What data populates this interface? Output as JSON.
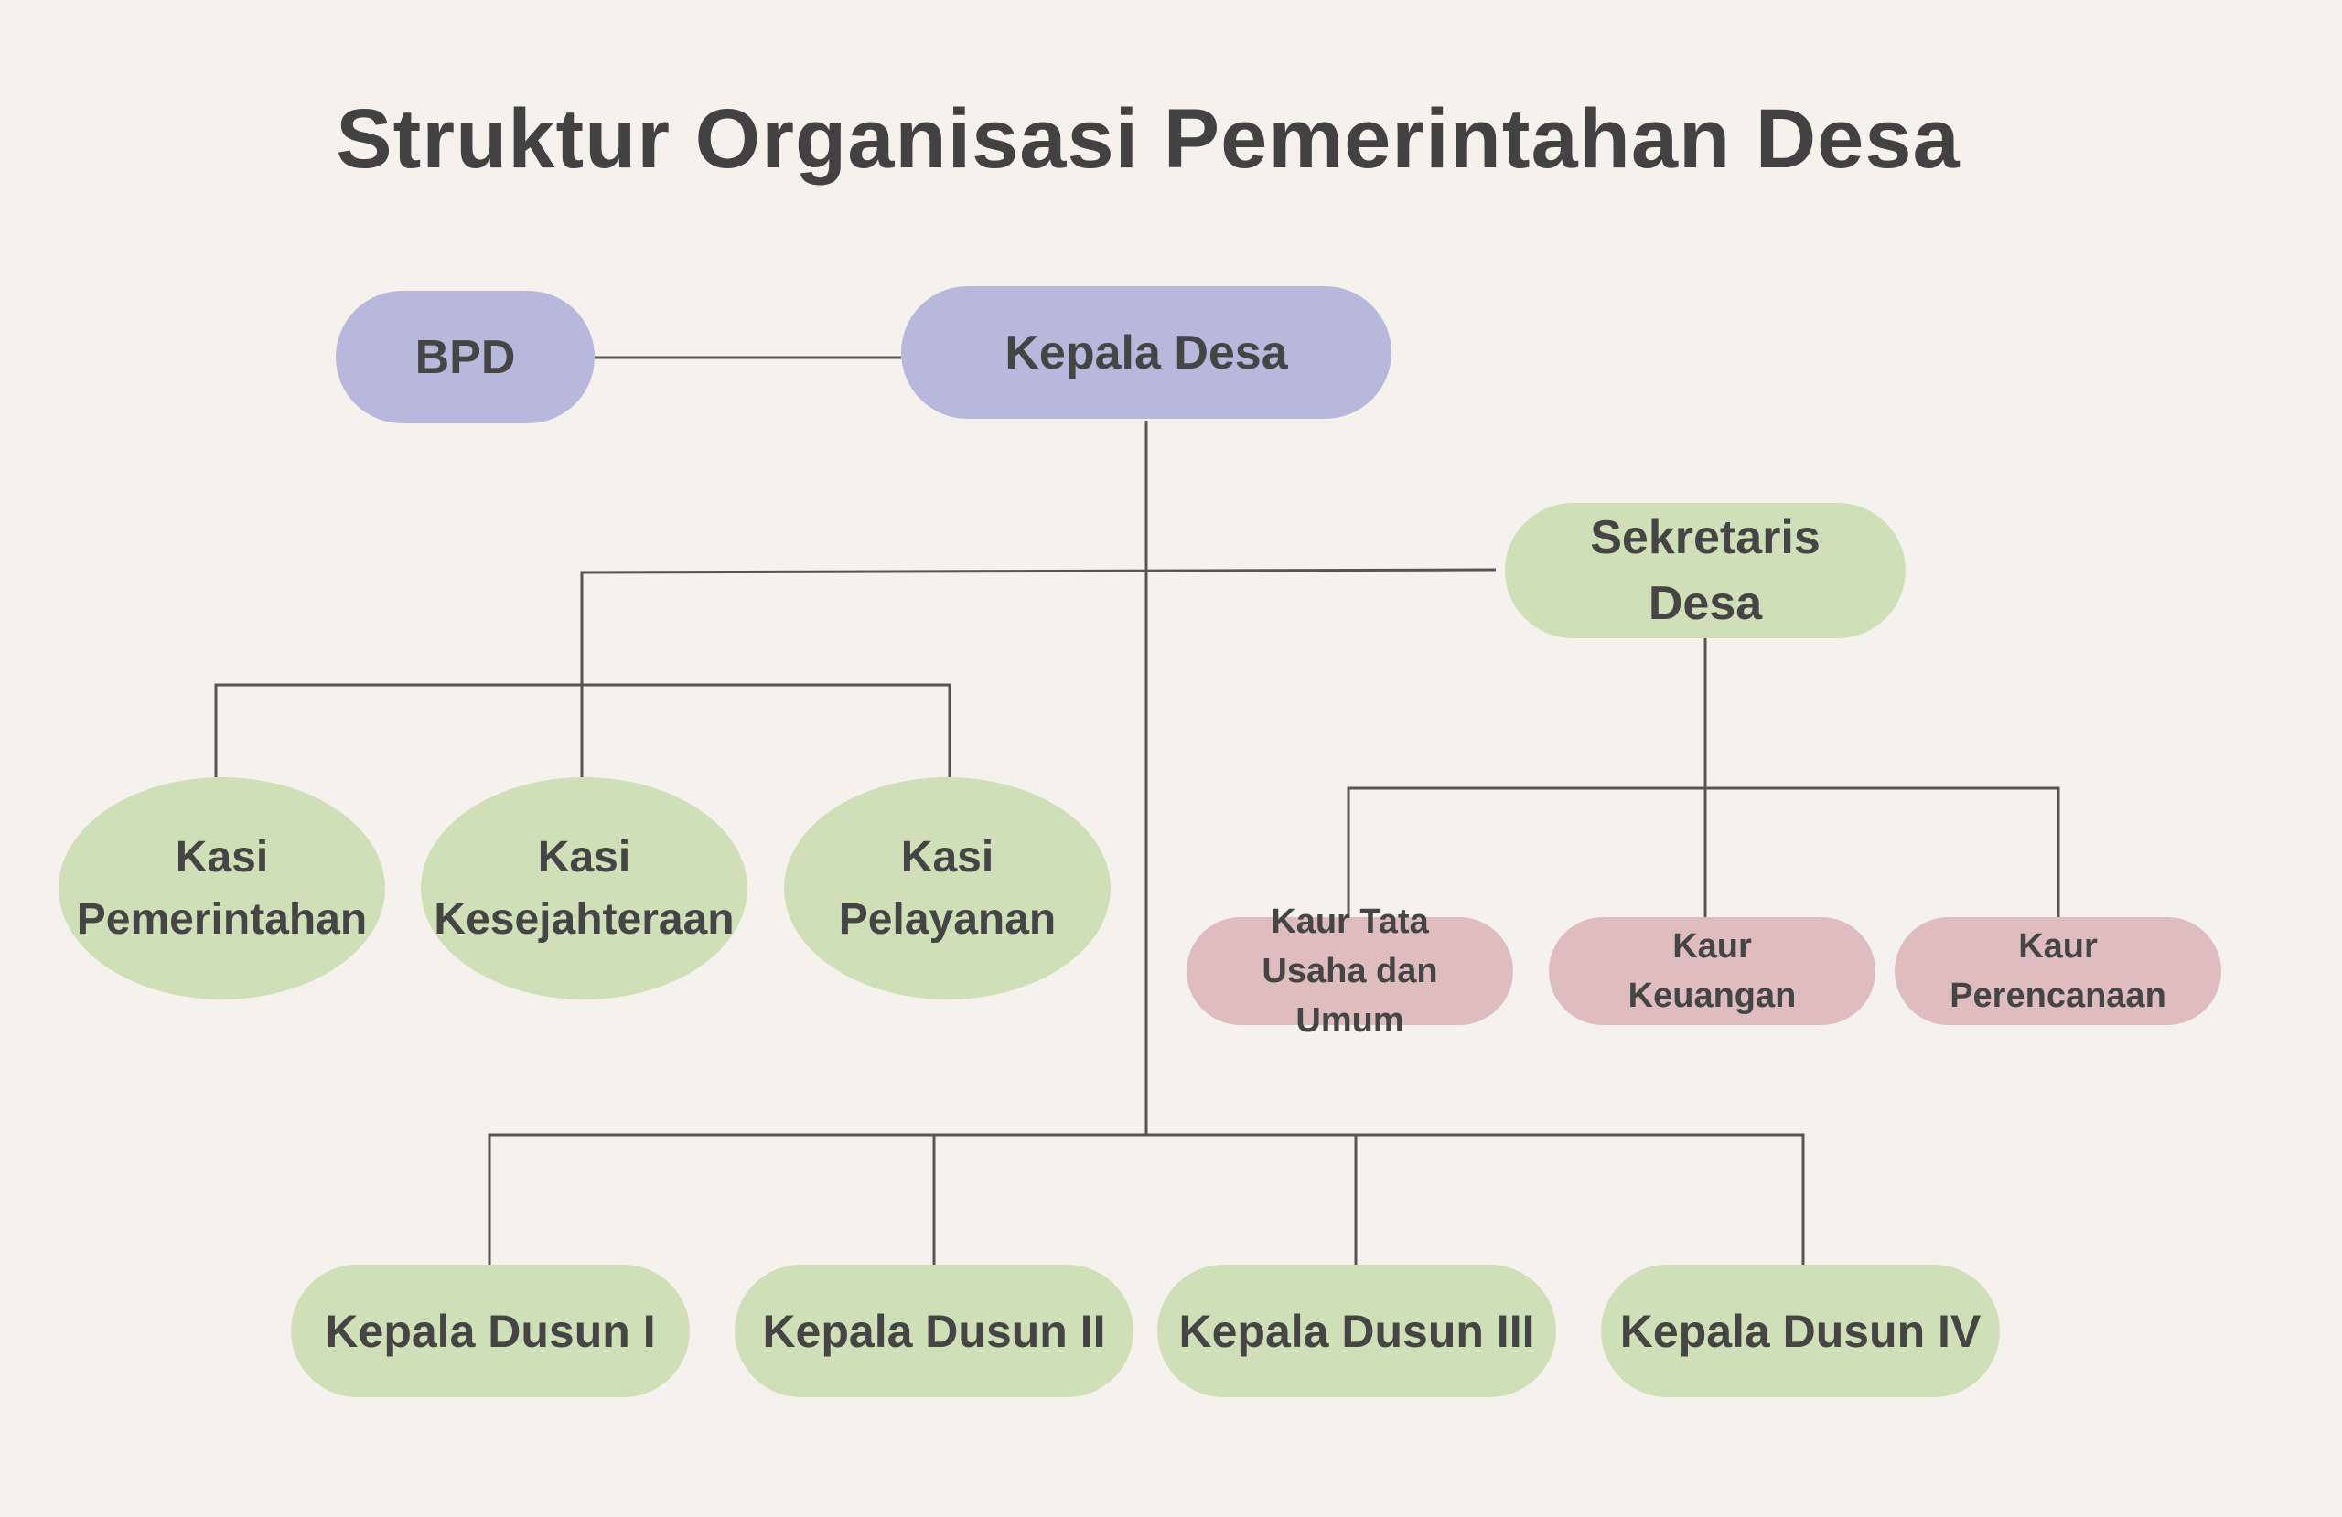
{
  "title": "Struktur Organisasi Pemerintahan Desa",
  "colors": {
    "background": "#f5f2ed",
    "leadership": "#b8b8dc",
    "staff": "#cfdfb8",
    "kaur": "#dfbcbd",
    "line": "#555555",
    "text": "#424242"
  },
  "nodes": {
    "bpd": "BPD",
    "kepala_desa": "Kepala Desa",
    "sekretaris_desa": "Sekretaris Desa",
    "kasi_pemerintahan": "Kasi Pemerintahan",
    "kasi_kesejahteraan": "Kasi Kesejahteraan",
    "kasi_pelayanan": "Kasi Pelayanan",
    "kaur_tata_usaha": "Kaur Tata Usaha dan Umum",
    "kaur_keuangan": "Kaur Keuangan",
    "kaur_perencanaan": "Kaur Perencanaan",
    "kepala_dusun_1": "Kepala Dusun I",
    "kepala_dusun_2": "Kepala Dusun II",
    "kepala_dusun_3": "Kepala Dusun III",
    "kepala_dusun_4": "Kepala Dusun IV"
  }
}
